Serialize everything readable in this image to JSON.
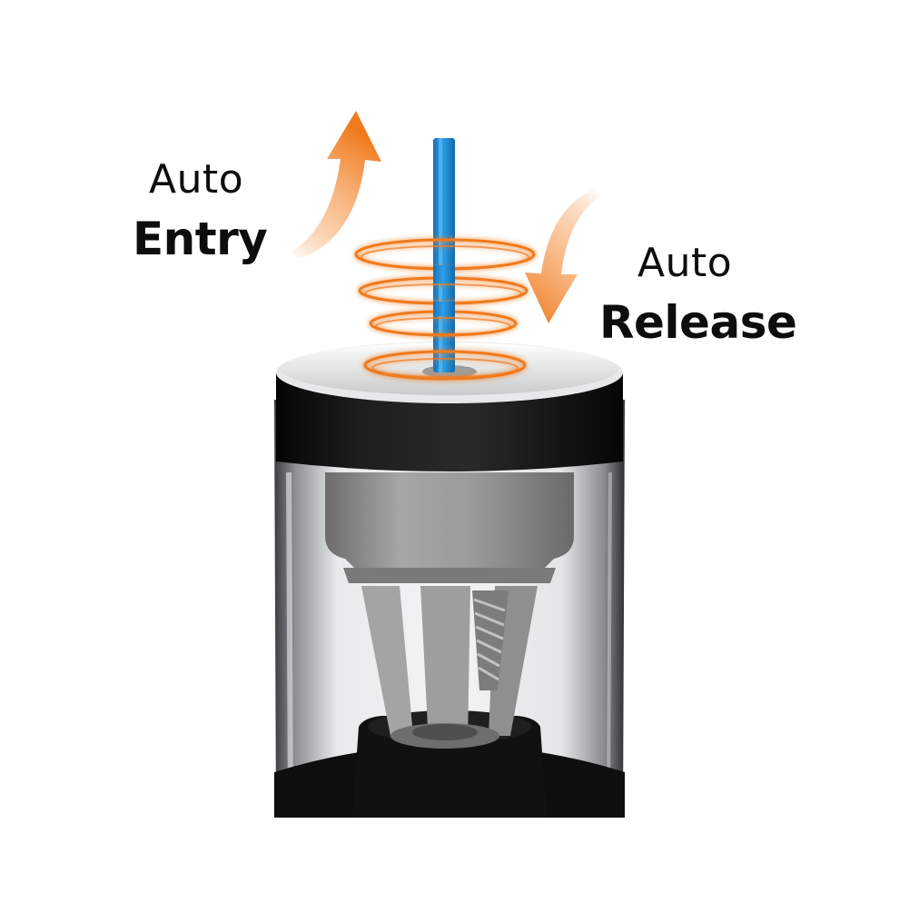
{
  "labels": {
    "entry": {
      "line1": "Auto",
      "line2": "Entry"
    },
    "release": {
      "line1": "Auto",
      "line2": "Release"
    }
  },
  "colors": {
    "accent_orange": "#f07a1e",
    "pencil_blue": "#1e8fd6",
    "cap_black": "#141414",
    "housing_clear": "#d9dcde",
    "inner_gray": "#8e8e8e",
    "base_black": "#0e0e0e"
  },
  "icons": {
    "up_arrow": "curved-up-arrow-icon",
    "down_arrow": "curved-down-arrow-icon",
    "rings": "spiral-ring-icon"
  }
}
